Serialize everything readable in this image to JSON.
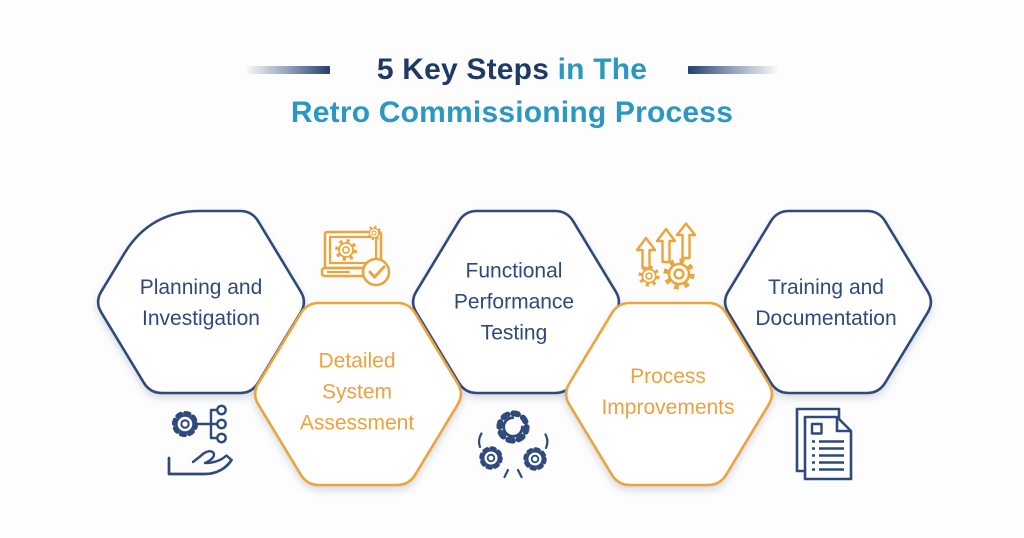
{
  "title": {
    "highlight": "5 Key Steps",
    "rest": " in The",
    "line2": "Retro Commissioning Process"
  },
  "colors": {
    "navy": "#2E4A7C",
    "orange": "#ECA43E",
    "teal": "#2B98C2",
    "title_navy": "#1F3A66",
    "background": "#FDFDFD"
  },
  "steps": [
    {
      "label": "Planning and Investigation",
      "color": "navy",
      "icon": "gear-network-hand-icon"
    },
    {
      "label": "Detailed System Assessment",
      "color": "orange",
      "icon": "laptop-gears-check-icon"
    },
    {
      "label": "Functional Performance Testing",
      "color": "navy",
      "icon": "three-gears-icon"
    },
    {
      "label": "Process Improvements",
      "color": "orange",
      "icon": "growth-arrows-gears-icon"
    },
    {
      "label": "Training and Documentation",
      "color": "navy",
      "icon": "stacked-documents-icon"
    }
  ]
}
